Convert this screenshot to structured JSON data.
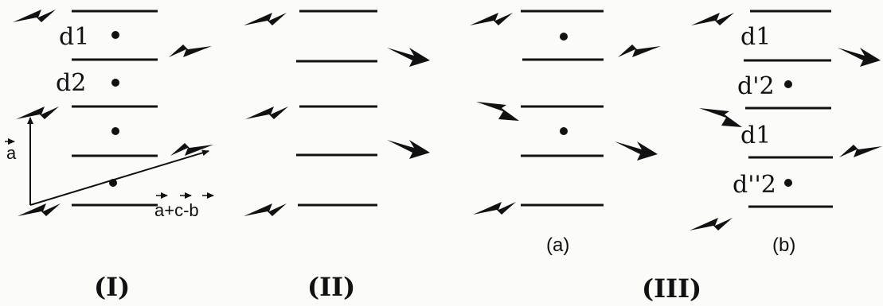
{
  "diagram": {
    "panel_captions": {
      "I": "(I)",
      "II": "(II)",
      "III": "(III)"
    },
    "sub_captions": {
      "a": "(a)",
      "b": "(b)"
    },
    "panel_I": {
      "layer_labels": [
        "d1",
        "d2"
      ],
      "vector_a": "a",
      "vector_sum": "a+c-b"
    },
    "panel_III_b": {
      "layer_labels": [
        "d1",
        "d'2",
        "d1",
        "d''2"
      ]
    }
  }
}
